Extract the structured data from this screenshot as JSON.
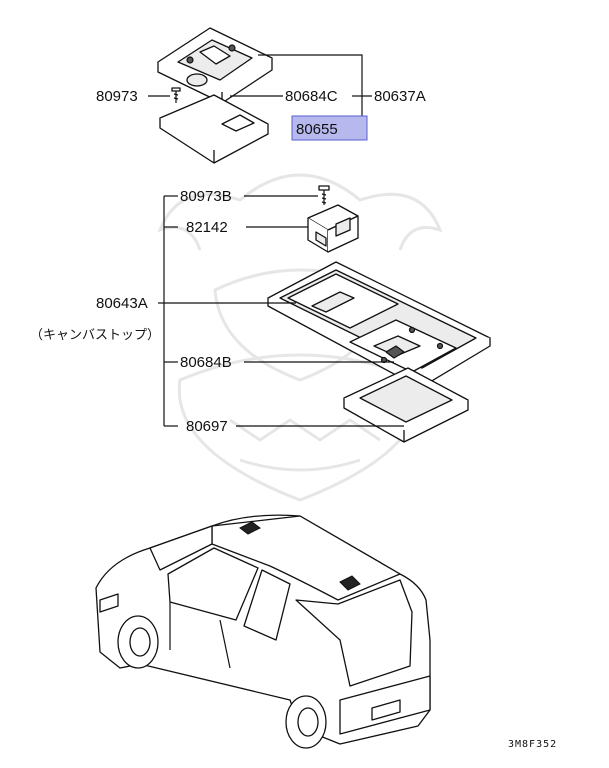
{
  "parts": {
    "p80973": "80973",
    "p80684C": "80684C",
    "p80637A": "80637A",
    "p80655": "80655",
    "p80973B": "80973B",
    "p82142": "82142",
    "p80643A": "80643A",
    "p80643A_note": "（キャンバストップ）",
    "p80684B": "80684B",
    "p80697": "80697"
  },
  "diagram_code": "3M8F352",
  "colors": {
    "highlight_fill": "#b7b9ee",
    "highlight_stroke": "#5a5fd0",
    "line": "#111111",
    "watermark": "#e6e6e6"
  }
}
